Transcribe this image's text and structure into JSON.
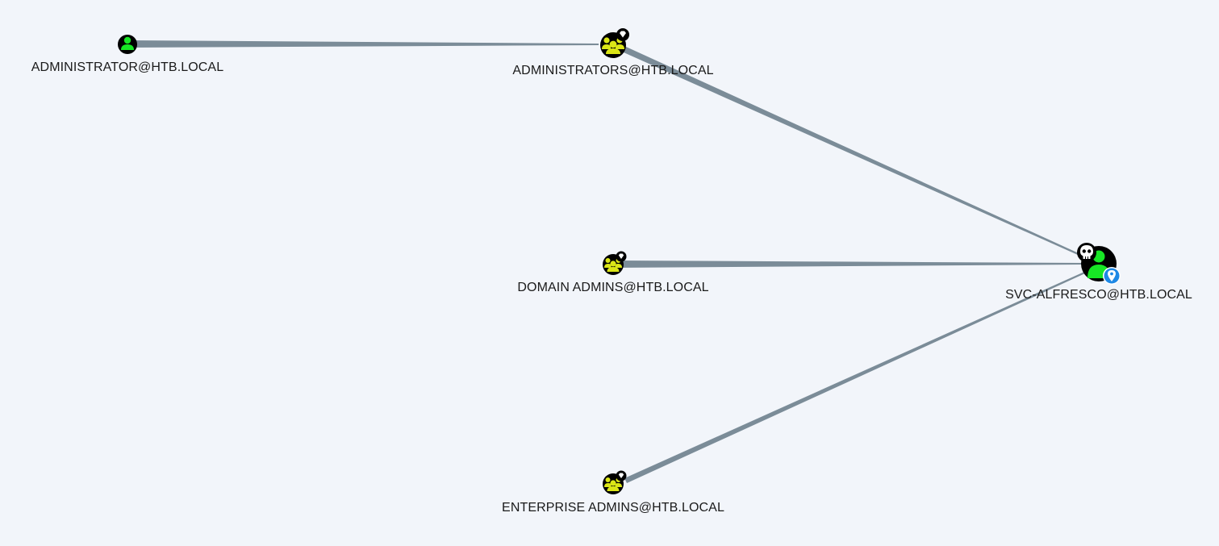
{
  "graph": {
    "nodes": {
      "administrator": {
        "label": "ADMINISTRATOR@HTB.LOCAL",
        "type": "user",
        "icon": "user-icon",
        "color": "#17e625"
      },
      "administrators": {
        "label": "ADMINISTRATORS@HTB.LOCAL",
        "type": "group",
        "icon": "group-icon",
        "badge": "gem-icon",
        "color": "#dbe617"
      },
      "domain_admins": {
        "label": "DOMAIN ADMINS@HTB.LOCAL",
        "type": "group",
        "icon": "group-icon",
        "badge": "gem-icon",
        "color": "#dbe617"
      },
      "enterprise_admins": {
        "label": "ENTERPRISE ADMINS@HTB.LOCAL",
        "type": "group",
        "icon": "group-icon",
        "badge": "gem-icon",
        "color": "#dbe617"
      },
      "svc_alfresco": {
        "label": "SVC-ALFRESCO@HTB.LOCAL",
        "type": "user",
        "icon": "user-icon",
        "badges": [
          "skull-icon",
          "map-pin-icon"
        ],
        "color": "#17e625"
      }
    },
    "edge_color": "#7b8c98"
  }
}
